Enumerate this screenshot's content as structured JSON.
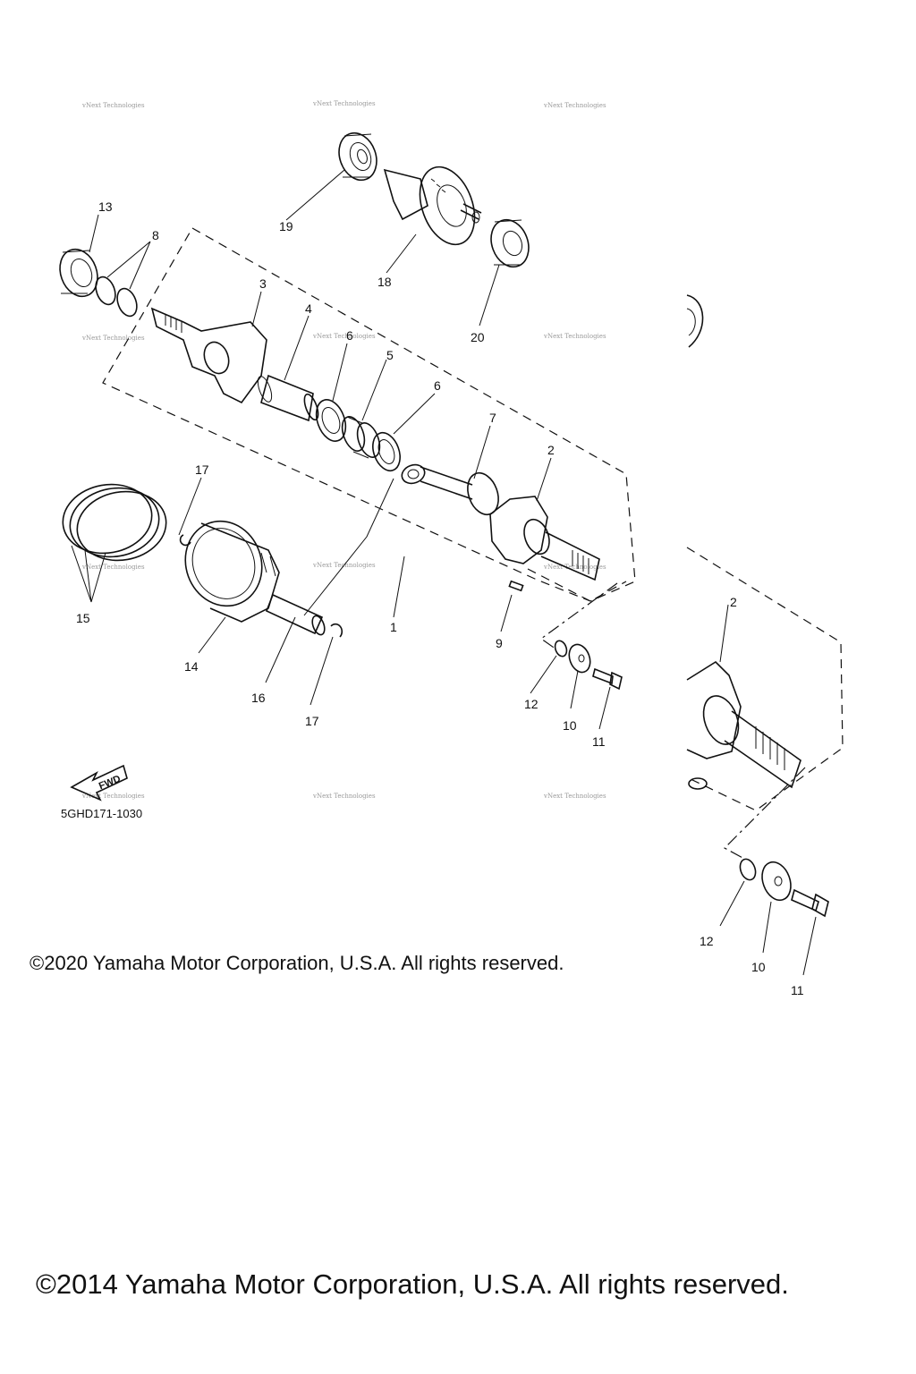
{
  "diagram": {
    "code": "5GHD171-1030",
    "fwd_label": "FWD",
    "watermark": "vNext Technologies",
    "labels": {
      "l1": "1",
      "l2": "2",
      "l3": "3",
      "l4": "4",
      "l5": "5",
      "l6a": "6",
      "l6b": "6",
      "l7": "7",
      "l8": "8",
      "l9": "9",
      "l10": "10",
      "l11": "11",
      "l12": "12",
      "l13": "13",
      "l14": "14",
      "l15": "15",
      "l16": "16",
      "l17a": "17",
      "l17b": "17",
      "l18": "18",
      "l19": "19",
      "l20": "20",
      "r2": "2",
      "r10": "10",
      "r11": "11",
      "r12": "12"
    }
  },
  "copyright_2020": "©2020 Yamaha Motor Corporation, U.S.A. All rights reserved.",
  "copyright_2014": "©2014 Yamaha Motor Corporation, U.S.A. All rights reserved."
}
